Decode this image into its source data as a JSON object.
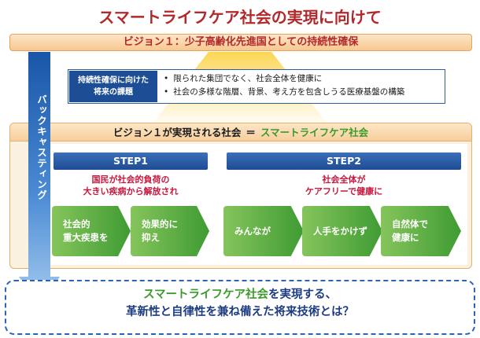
{
  "title": "スマートライフケア社会の実現に向けて",
  "vision": {
    "title": "ビジョン１：少子高齢化先進国としての持続性確保"
  },
  "challenge": {
    "label_line1": "持続性確保に向けた",
    "label_line2": "将来の課題",
    "items": [
      "限られた集団でなく、社会全体を健康に",
      "社会の多様な階層、背景、考え方を包含しうる医療基盤の構築"
    ]
  },
  "realized": {
    "title_prefix": "ビジョン１が実現される社会",
    "title_eq": "＝",
    "title_highlight": "スマートライフケア社会"
  },
  "backcasting": "バックキャスティング",
  "steps": [
    {
      "label": "STEP1",
      "desc_line1": "国民が社会的負荷の",
      "desc_line2": "大きい疾病から解放され",
      "arrows": [
        {
          "line1": "社会的",
          "line2": "重大疾患を"
        },
        {
          "line1": "効果的に",
          "line2": "抑え"
        }
      ]
    },
    {
      "label": "STEP2",
      "desc_line1": "社会全体が",
      "desc_line2": "ケアフリーで健康に",
      "arrows": [
        {
          "line1": "みんなが",
          "line2": ""
        },
        {
          "line1": "人手をかけず",
          "line2": ""
        },
        {
          "line1": "自然体で",
          "line2": "健康に"
        }
      ]
    }
  ],
  "question": {
    "line1_highlight": "スマートライフケア社会",
    "line1_rest": "を実現する、",
    "line2": "革新性と自律性を兼ね備えた将来技術とは？"
  },
  "colors": {
    "title_red": "#b2282b",
    "step_blue": "#1d4d94",
    "arrow_green": "#3f9b33",
    "desc_red": "#c8163c",
    "highlight_green": "#3b9a2a",
    "question_blue": "#1d3d80"
  }
}
